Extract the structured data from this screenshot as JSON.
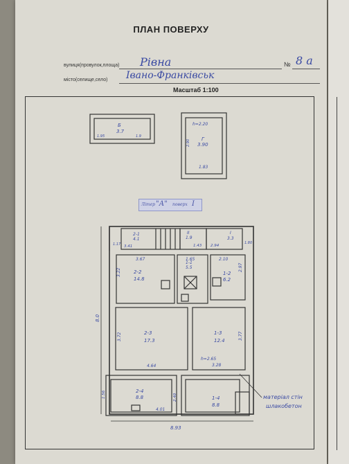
{
  "header": {
    "title": "ПЛАН ПОВЕРХУ",
    "street_label": "вулиця(провулок,площа)",
    "street_value": "Рівна",
    "no_label": "№",
    "no_value": "8 а",
    "city_label": "місто(селище,село)",
    "city_value": "Івано-Франківськ",
    "scale": "Масштаб 1:100"
  },
  "stamp": {
    "litera_label": "Літер",
    "litera_value": "\"А\"",
    "floor_label": "поверх",
    "floor_value": "I"
  },
  "outbuildings": {
    "b": {
      "name": "Б",
      "area": "3.7",
      "w": "1.95",
      "h": "1.9"
    },
    "g": {
      "name": "Г",
      "top": "h=2.20",
      "side": "2.90",
      "area": "3.90",
      "bottom": "1.83"
    }
  },
  "plan": {
    "rooms": [
      {
        "id": "2-1",
        "area": "4.1"
      },
      {
        "id": "II",
        "area": "1.9"
      },
      {
        "id": "I",
        "area": "3.3"
      },
      {
        "id": "2-2",
        "area": "14.8"
      },
      {
        "id": "1-1",
        "area": "5.5"
      },
      {
        "id": "1-2",
        "area": "6.2"
      },
      {
        "id": "2-3",
        "area": "17.3"
      },
      {
        "id": "1-3",
        "area": "12.4"
      },
      {
        "id": "2-4",
        "area": "8.8"
      },
      {
        "id": "1-4",
        "area": "8.8"
      }
    ],
    "dims": {
      "d341": "3.41",
      "d143": "1.43",
      "d294": "2.94",
      "d367": "3.67",
      "d165": "1.65",
      "d210": "2.10",
      "d322": "3.22",
      "d297": "2.97",
      "d372": "3.72",
      "d377": "3.77",
      "d464": "4.64",
      "d328": "3.28",
      "h265": "h=2.65",
      "d156": "1.56",
      "d240": "2.40",
      "d401": "4.01",
      "d893": "8.93",
      "d80": "8.0",
      "d117": "1.17",
      "d180": "1.80"
    },
    "material_label": "матеріал стін",
    "material_value": "шлакобетон"
  },
  "colors": {
    "ink": "#3a4aa3",
    "line": "#333333",
    "paper": "#dcdad2"
  }
}
